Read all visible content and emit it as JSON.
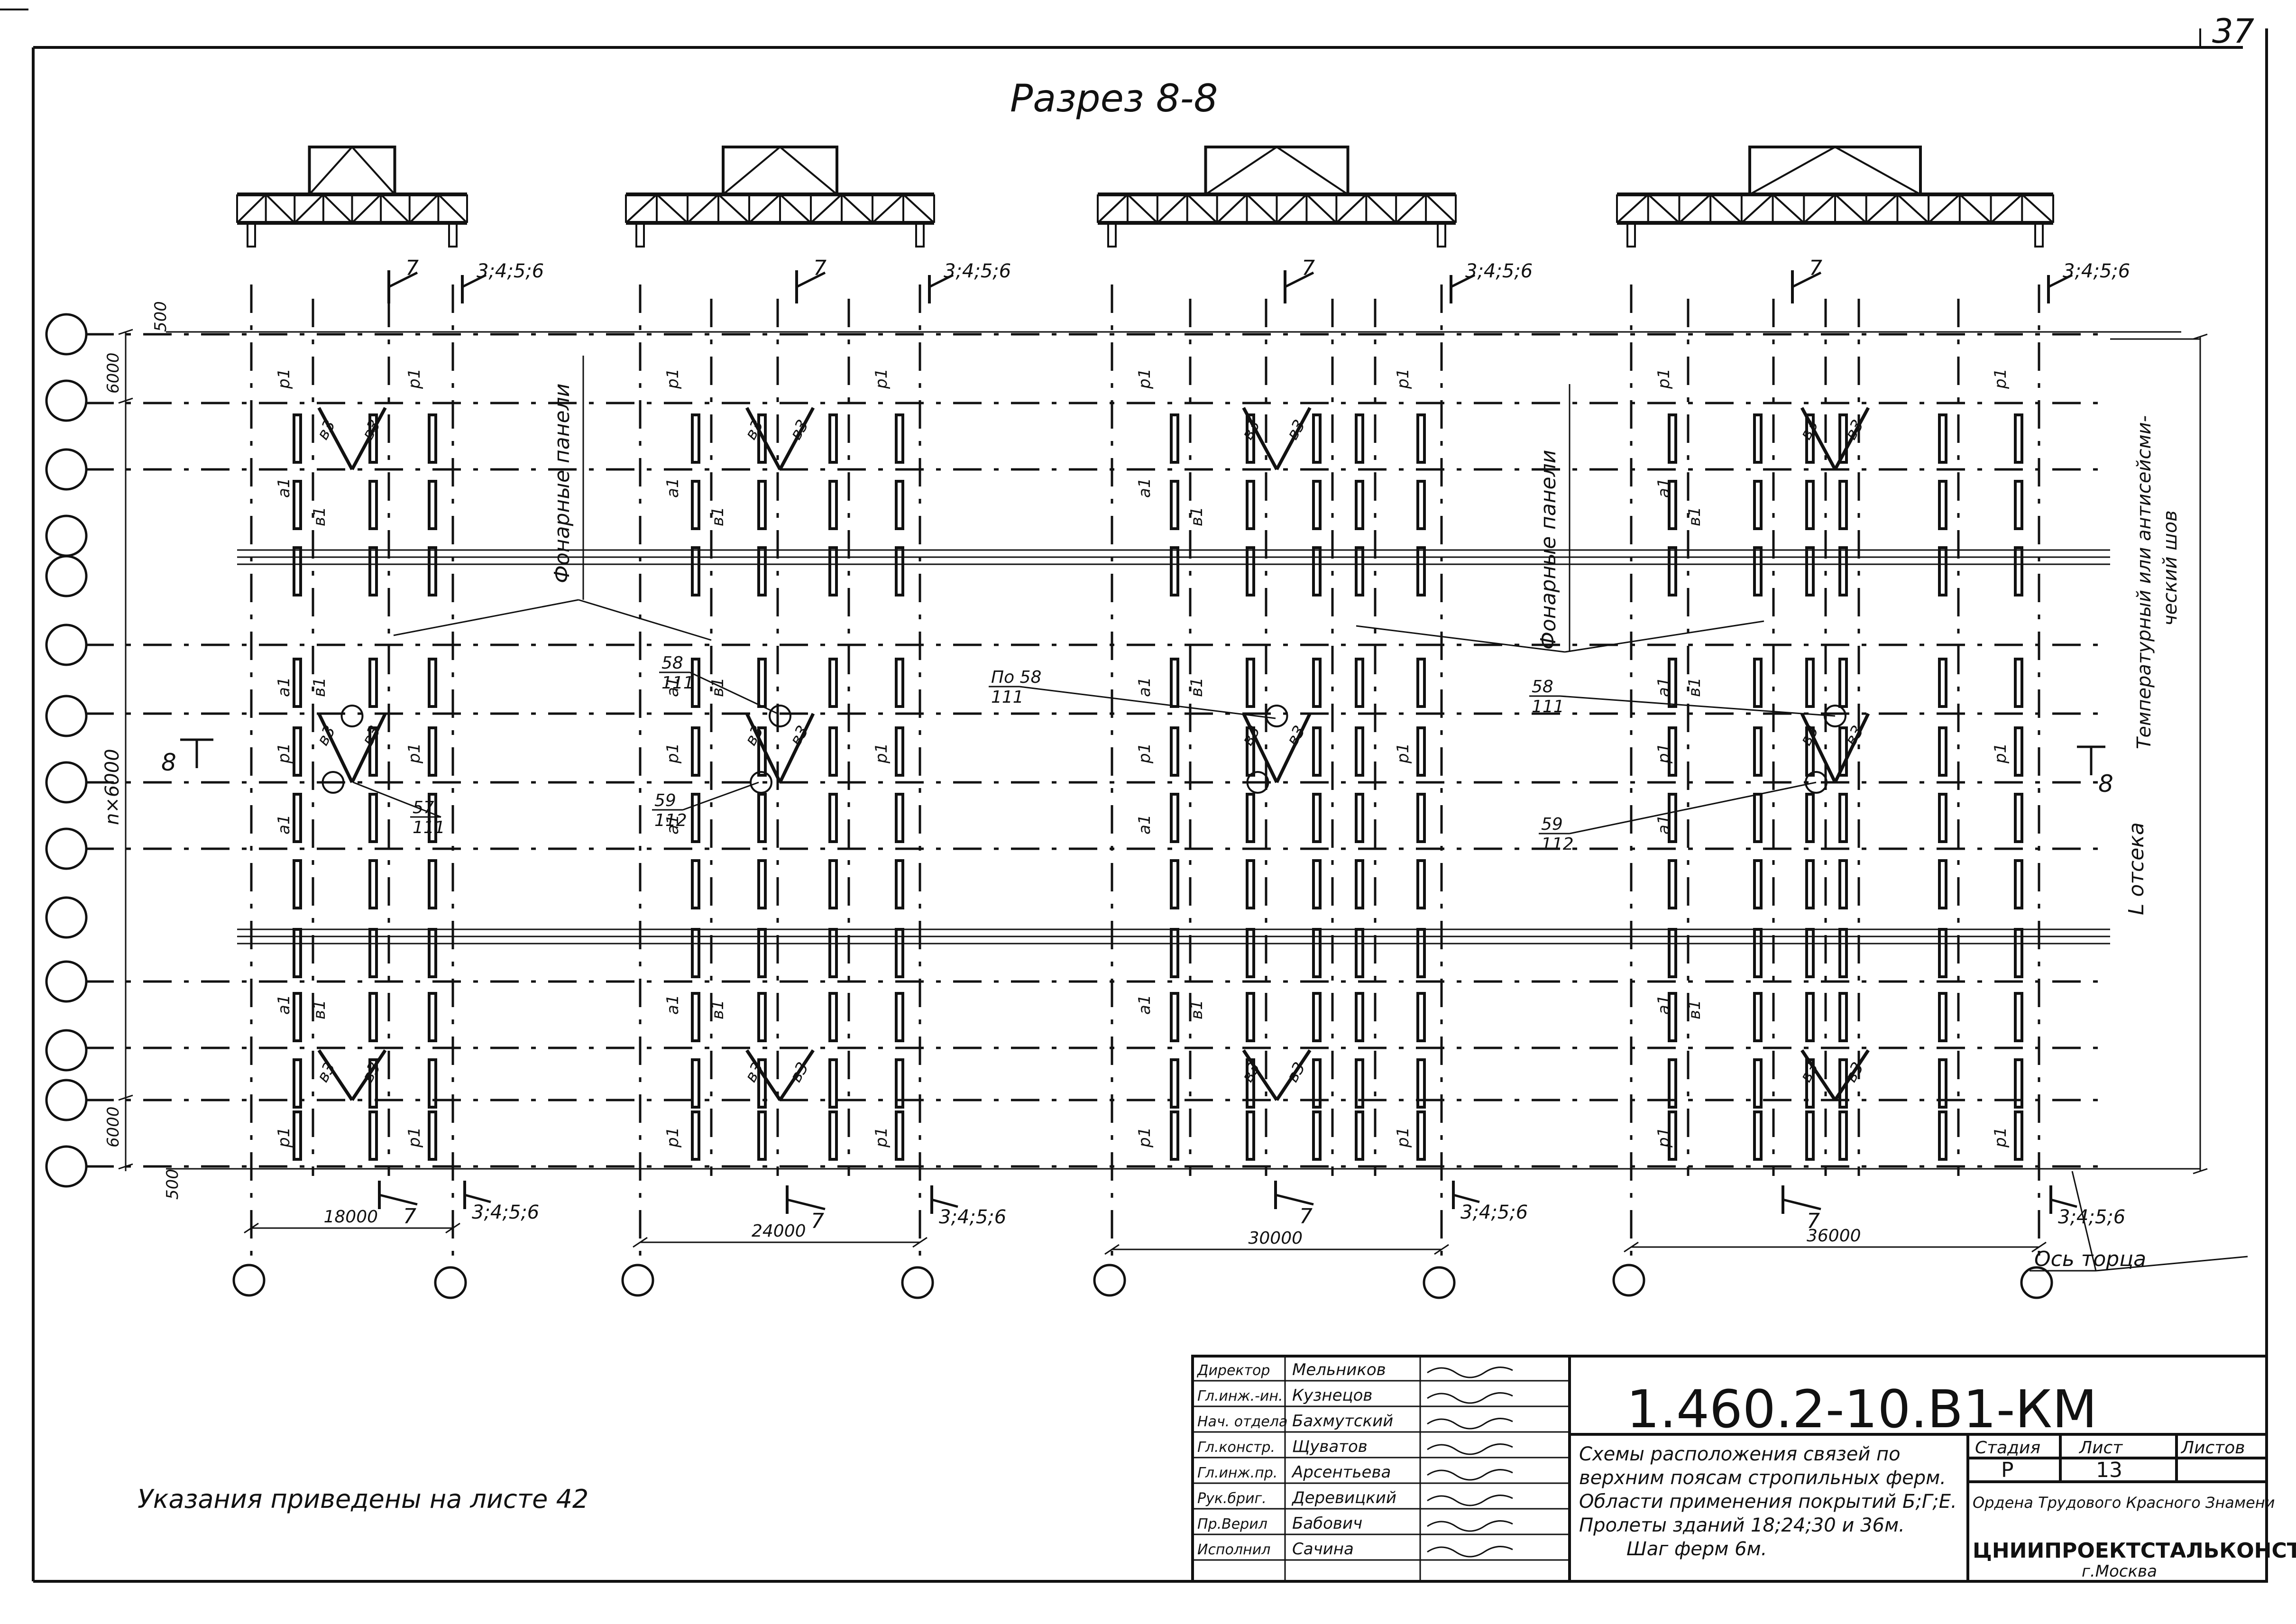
{
  "drawing": {
    "section_title": "Разрез 8-8",
    "note": "Указания приведены на листе 42",
    "cut_mark_7": "7",
    "cut_mark_8": "8",
    "cut_mark_3456": "3;4;5;6",
    "lantern_panels": "Фонарные панели",
    "temp_joint": "Температурный или антисейсми-ческий шов",
    "l_compartment": "L отсека",
    "end_axis": "Ось торца",
    "dim_500": "500",
    "dim_6000": "6000",
    "dim_n6000": "n×6000",
    "node_57": "57",
    "node_111": "111",
    "node_58": "58",
    "node_59": "59",
    "node_112": "112",
    "node_po58": "По 58",
    "label_p1": "р1",
    "label_a1": "а1",
    "label_v1": "в1",
    "label_v3": "в3",
    "spans": [
      "18000",
      "24000",
      "30000",
      "36000"
    ]
  },
  "title_block": {
    "code": "1.460.2-10.В1-КМ",
    "rows": [
      {
        "role": "Директор",
        "name": "Мельников"
      },
      {
        "role": "Гл.инж.-ин.",
        "name": "Кузнецов"
      },
      {
        "role": "Нач. отдела",
        "name": "Бахмутский"
      },
      {
        "role": "Гл.констр.",
        "name": "Щуватов"
      },
      {
        "role": "Гл.инж.пр.",
        "name": "Арсентьева"
      },
      {
        "role": "Рук.бриг.",
        "name": "Деревицкий"
      },
      {
        "role": "Пр.Верил",
        "name": "Бабович"
      },
      {
        "role": "Исполнил",
        "name": "Сачина"
      }
    ],
    "description": [
      "Схемы расположения связей по",
      "верхним поясам стропильных ферм.",
      "Области применения покрытий Б;Г;Е.",
      "Пролеты зданий 18;24;30 и 36м.",
      "Шаг ферм 6м."
    ],
    "stage_label": "Стадия",
    "sheet_label": "Лист",
    "sheets_label": "Листов",
    "stage_value": "Р",
    "sheet_value": "13",
    "award": "Ордена Трудового Красного Знамени",
    "org": "ЦНИИПРОЕКТСТАЛЬКОНСТРУКЦИЯ",
    "city": "г.Москва"
  },
  "page_number": "37"
}
